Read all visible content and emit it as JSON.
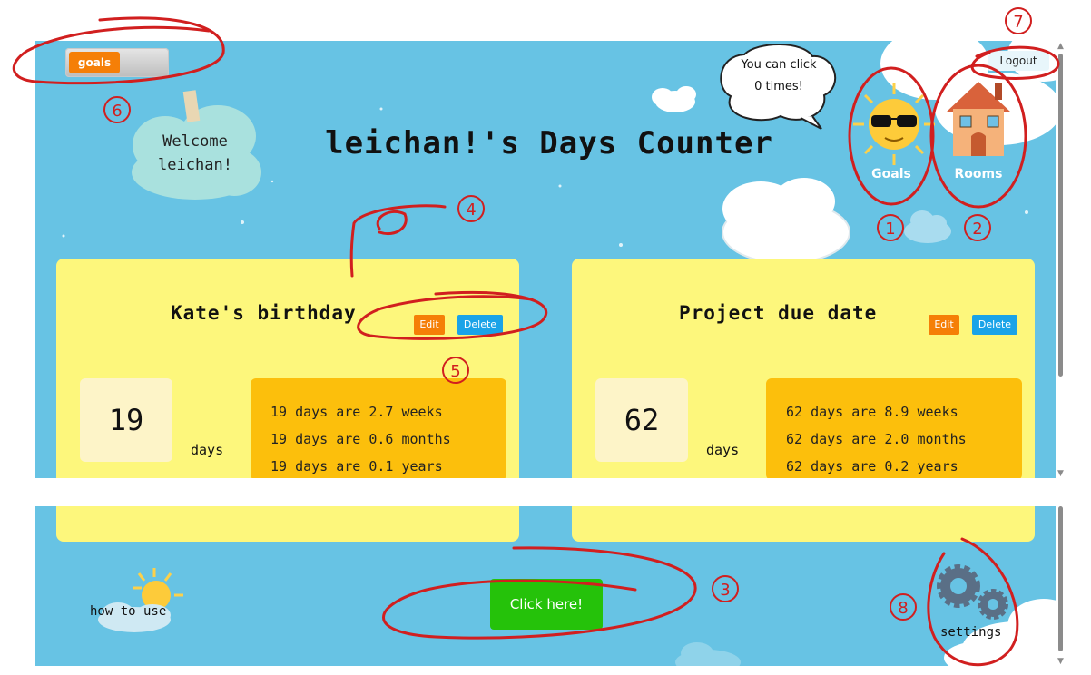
{
  "header": {
    "goals_progress_label": "goals",
    "welcome_line1": "Welcome",
    "welcome_line2": "leichan!",
    "page_title": "leichan!'s Days Counter",
    "speech_line1": "You can click",
    "speech_line2": "0 times!",
    "logout_label": "Logout"
  },
  "nav": {
    "goals_label": "Goals",
    "rooms_label": "Rooms"
  },
  "cards": [
    {
      "title": "Kate's birthday",
      "edit_label": "Edit",
      "delete_label": "Delete",
      "days_value": "19",
      "days_unit": "days",
      "conversions": [
        "19 days are 2.7 weeks",
        "19 days are 0.6 months",
        "19 days are 0.1 years"
      ]
    },
    {
      "title": "Project due date",
      "edit_label": "Edit",
      "delete_label": "Delete",
      "days_value": "62",
      "days_unit": "days",
      "conversions": [
        "62 days are 8.9 weeks",
        "62 days are 2.0 months",
        "62 days are 0.2 years"
      ]
    }
  ],
  "footer": {
    "click_button_label": "Click here!",
    "how_to_use_label": "how to use",
    "settings_label": "settings"
  },
  "annotations": [
    "1",
    "2",
    "3",
    "4",
    "5",
    "6",
    "7",
    "8"
  ],
  "colors": {
    "sky": "#67c3e4",
    "card": "#fdf77c",
    "conversion_box": "#fcbf0c",
    "edit": "#f57f07",
    "delete": "#1aa3e8",
    "click_button": "#25c20a",
    "annotation": "#d11f1f"
  },
  "icons": [
    "sun-with-sunglasses-icon",
    "house-icon",
    "gear-icon",
    "sun-cloud-icon",
    "cloud-icon"
  ]
}
